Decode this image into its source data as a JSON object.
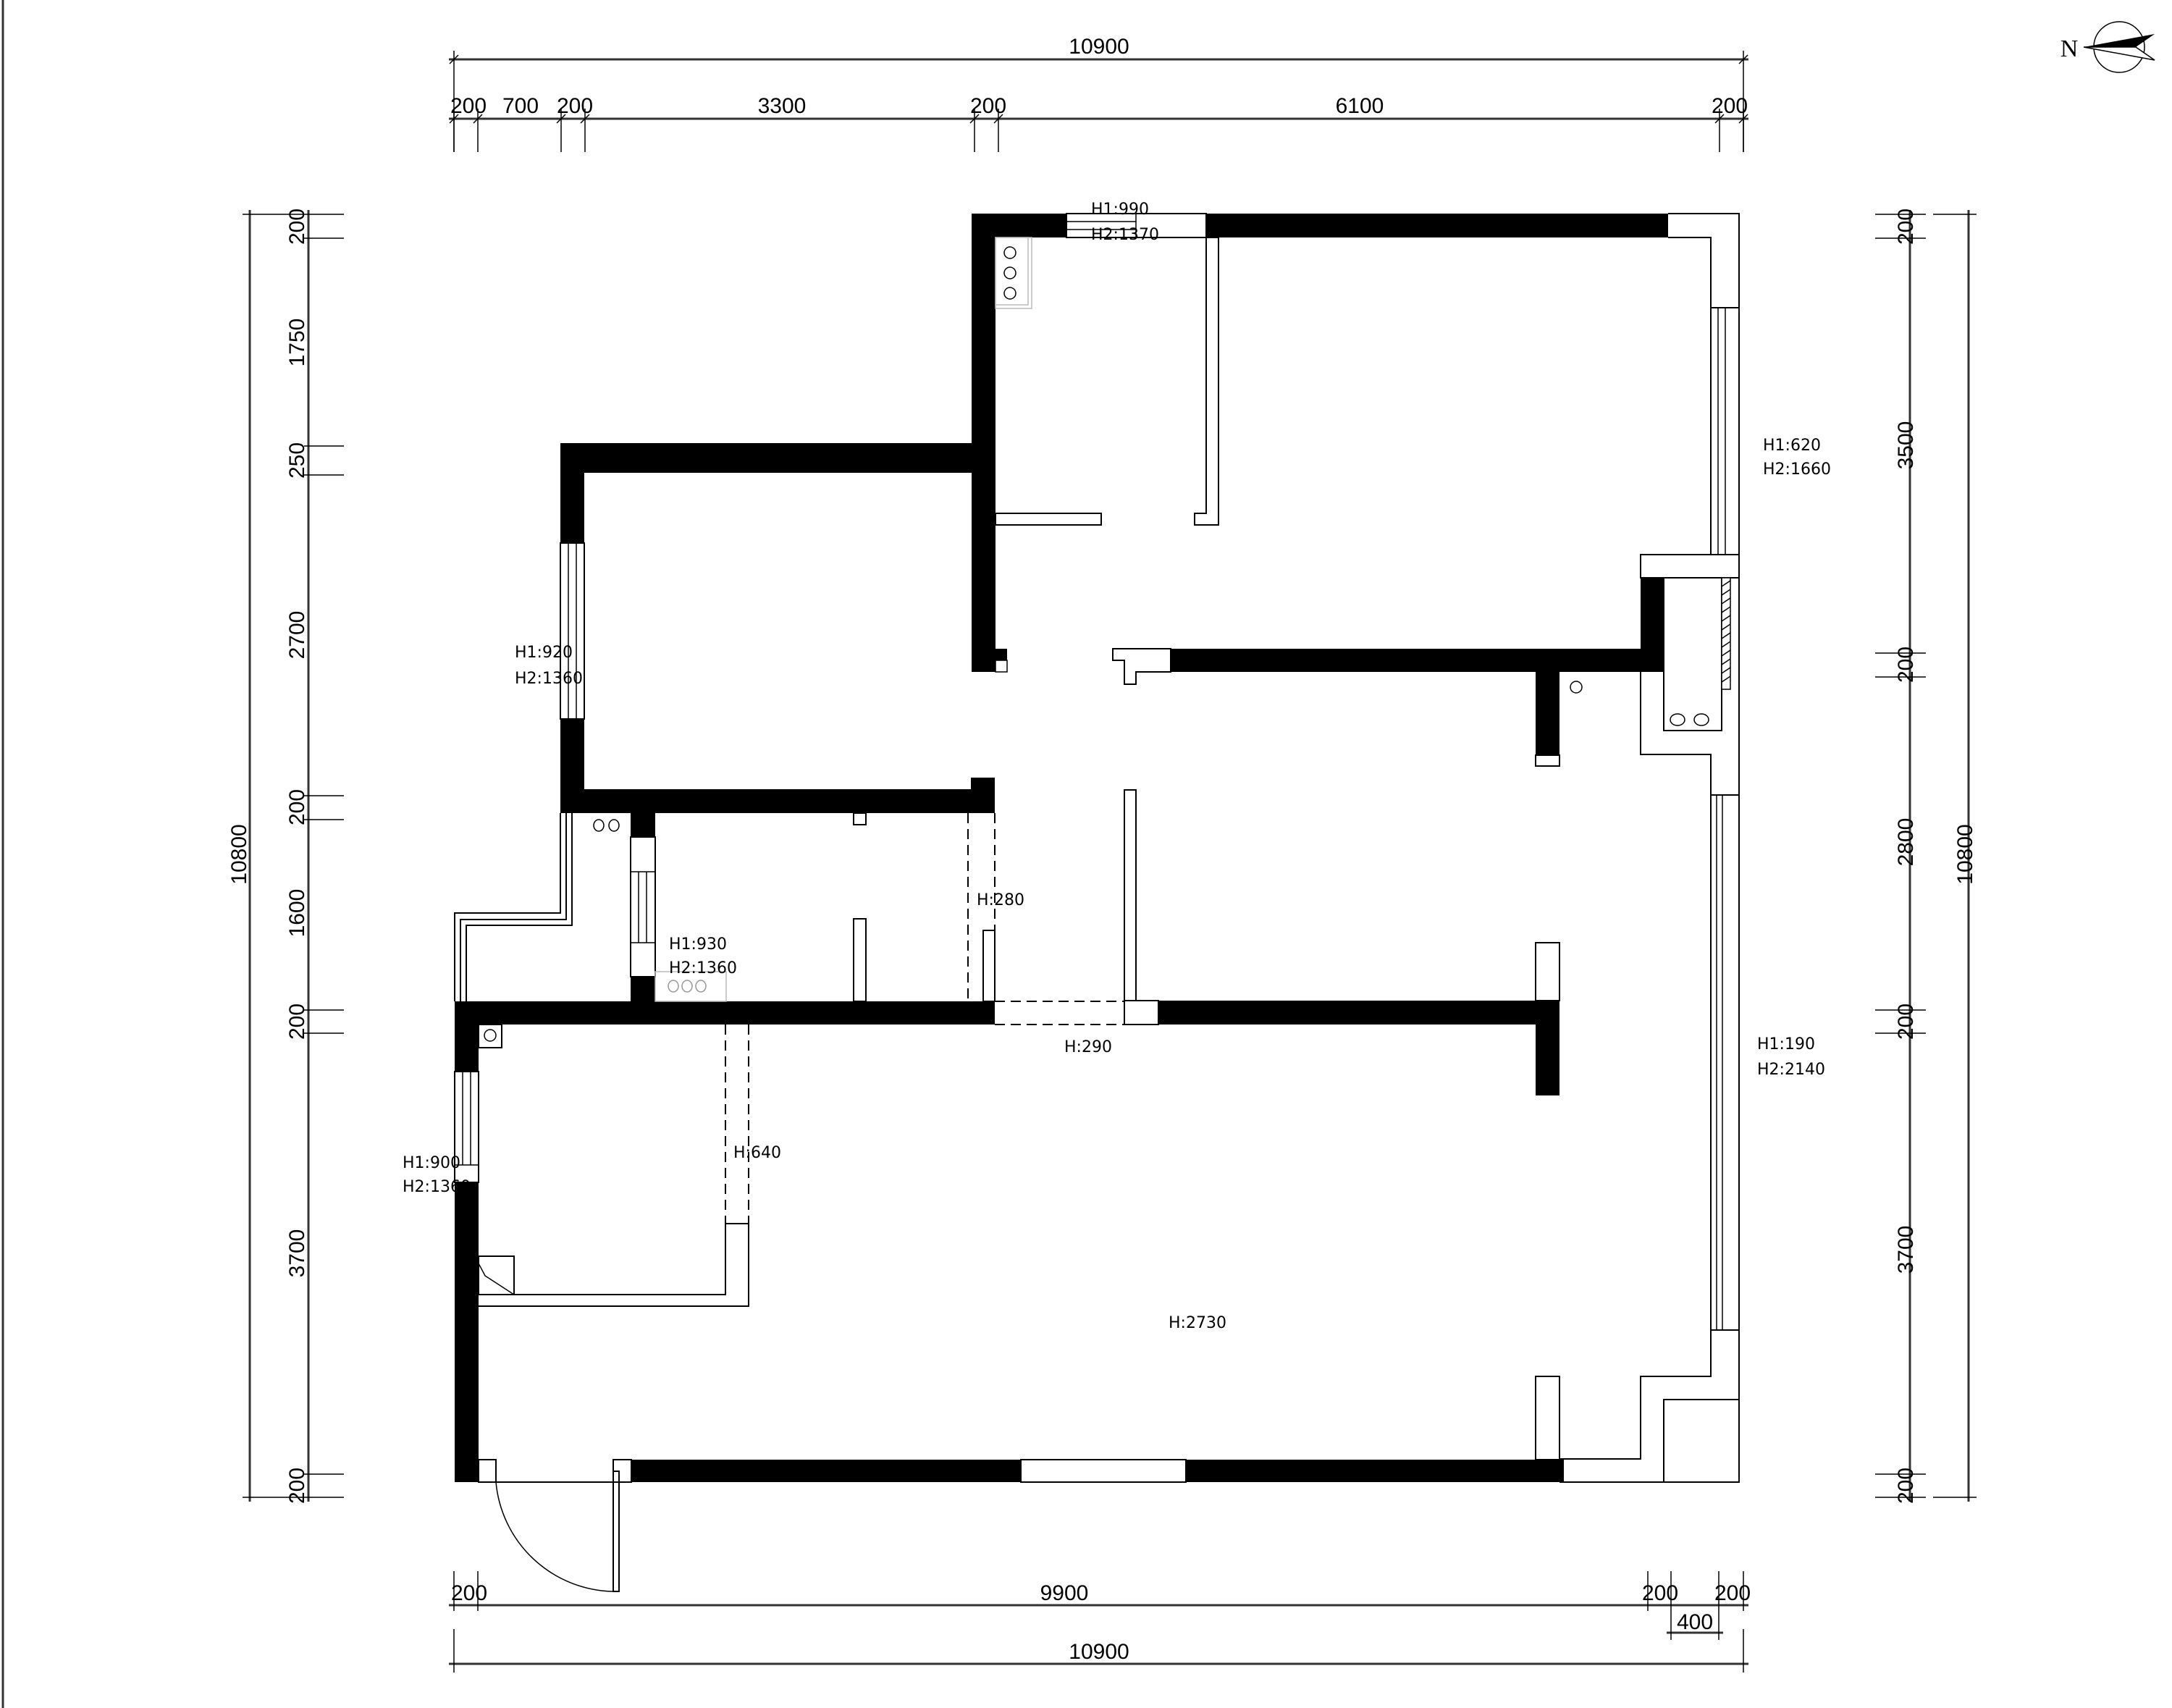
{
  "drawing": {
    "type": "floor-plan",
    "north_label": "N",
    "colors": {
      "wall": "#000000",
      "background": "#ffffff",
      "line": "#000000"
    }
  },
  "dimensions": {
    "top_total": "10900",
    "top_segments": [
      "200",
      "700",
      "200",
      "3300",
      "200",
      "6100",
      "200"
    ],
    "left_total": "10800",
    "left_segments": [
      "200",
      "1750",
      "250",
      "2700",
      "200",
      "1600",
      "200",
      "3700",
      "200"
    ],
    "right_total": "10800",
    "right_segments": [
      "200",
      "3500",
      "200",
      "2800",
      "200",
      "3700",
      "200"
    ],
    "bottom_segments": [
      "200",
      "9900",
      "200",
      "200"
    ],
    "bottom_sub": "400",
    "bottom_total": "10900"
  },
  "annotations": {
    "top_window_h1": "H1:990",
    "top_window_h2": "H2:1370",
    "bedroom_window_h1": "H1:920",
    "bedroom_window_h2": "H2:1360",
    "bath_window_h1": "H1:930",
    "bath_window_h2": "H2:1360",
    "kitchen_window_h1": "H1:900",
    "kitchen_window_h2": "H2:1360",
    "right_upper_window_h1": "H1:620",
    "right_upper_window_h2": "H2:1660",
    "right_lower_window_h1": "H1:190",
    "right_lower_window_h2": "H2:2140",
    "opening_h280": "H:280",
    "opening_h290": "H:290",
    "opening_h640": "H:640",
    "ceiling_h2730": "H:2730"
  }
}
